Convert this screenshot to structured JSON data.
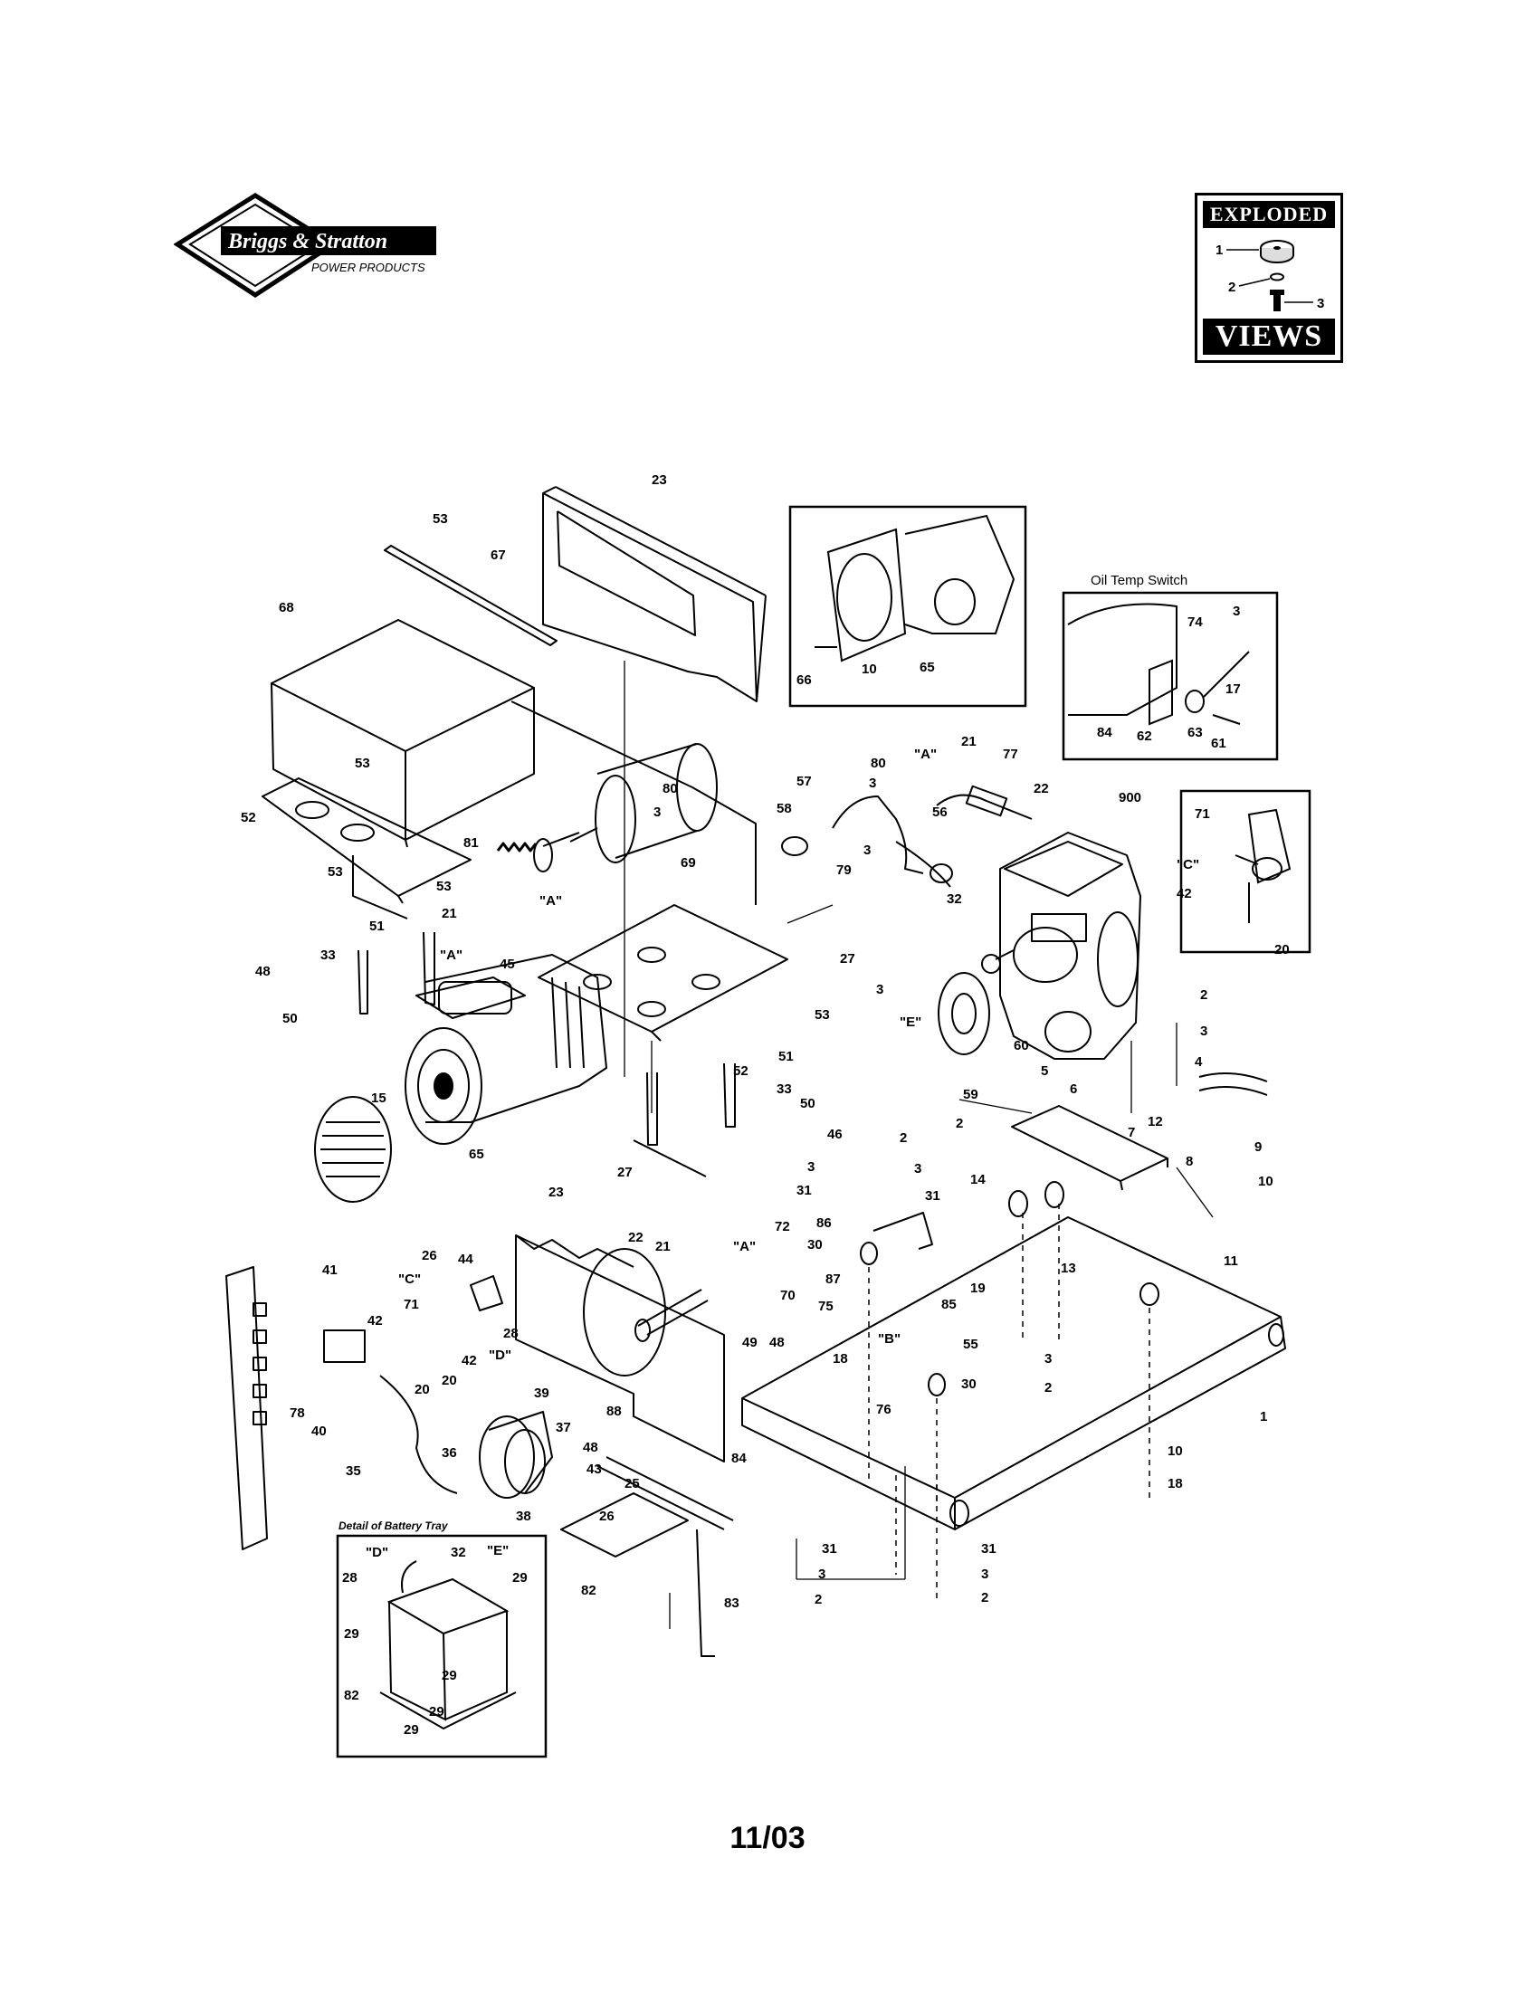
{
  "brand": {
    "name": "Briggs & Stratton",
    "tagline": "POWER PRODUCTS"
  },
  "badge": {
    "top": "EXPLODED",
    "bottom": "VIEWS",
    "labels": [
      "1",
      "2",
      "3"
    ]
  },
  "insets": {
    "oil_temp_title": "Oil Temp Switch",
    "battery_tray_title": "Detail of Battery Tray"
  },
  "callouts": {
    "c_23a": "23",
    "c_53a": "53",
    "c_67": "67",
    "c_68": "68",
    "c_53b": "53",
    "c_52a": "52",
    "c_53c": "53",
    "c_80a": "80",
    "c_3a": "3",
    "c_69": "69",
    "c_81": "81",
    "c_53d": "53",
    "c_21a": "21",
    "c_A1": "\"A\"",
    "c_51a": "51",
    "c_A2": "\"A\"",
    "c_45": "45",
    "c_48a": "48",
    "c_33a": "33",
    "c_50a": "50",
    "c_53e": "53",
    "c_52b": "52",
    "c_66": "66",
    "c_10a": "10",
    "c_65a": "65",
    "c_57": "57",
    "c_58": "58",
    "c_80b": "80",
    "c_3b": "3",
    "c_A3": "\"A\"",
    "c_21b": "21",
    "c_77": "77",
    "c_22a": "22",
    "c_56": "56",
    "c_3c": "3",
    "c_79": "79",
    "c_32a": "32",
    "c_27a": "27",
    "c_3d": "3",
    "c_E1": "\"E\"",
    "c_900": "900",
    "c_84a": "84",
    "c_62": "62",
    "c_63": "63",
    "c_61": "61",
    "c_74": "74",
    "c_3e": "3",
    "c_17": "17",
    "c_71a": "71",
    "c_C1": "\"C\"",
    "c_42a": "42",
    "c_20a": "20",
    "c_2a": "2",
    "c_3f": "3",
    "c_60": "60",
    "c_5": "5",
    "c_59": "59",
    "c_4": "4",
    "c_15": "15",
    "c_65b": "65",
    "c_51b": "51",
    "c_33b": "33",
    "c_50b": "50",
    "c_46": "46",
    "c_27b": "27",
    "c_2b": "2",
    "c_3g": "3",
    "c_31a": "31",
    "c_2c": "2",
    "c_3h": "3",
    "c_31b": "31",
    "c_6": "6",
    "c_7": "7",
    "c_12": "12",
    "c_8": "8",
    "c_9": "9",
    "c_10b": "10",
    "c_14": "14",
    "c_23b": "23",
    "c_22b": "22",
    "c_21c": "21",
    "c_A4": "\"A\"",
    "c_72": "72",
    "c_70": "70",
    "c_26a": "26",
    "c_44": "44",
    "c_C2": "\"C\"",
    "c_71b": "71",
    "c_28a": "28",
    "c_42b": "42",
    "c_D1": "\"D\"",
    "c_20b": "20",
    "c_20c": "20",
    "c_42c": "42",
    "c_41": "41",
    "c_78": "78",
    "c_40": "40",
    "c_39": "39",
    "c_48b": "48",
    "c_37": "37",
    "c_88a": "88",
    "c_36": "36",
    "c_43": "43",
    "c_35": "35",
    "c_38": "38",
    "c_49": "49",
    "c_48c": "48",
    "c_86": "86",
    "c_30a": "30",
    "c_87": "87",
    "c_85": "85",
    "c_75": "75",
    "c_B": "\"B\"",
    "c_55": "55",
    "c_19": "19",
    "c_13": "13",
    "c_11": "11",
    "c_18a": "18",
    "c_76": "76",
    "c_3i": "3",
    "c_2d": "2",
    "c_30b": "30",
    "c_1": "1",
    "c_10c": "10",
    "c_18b": "18",
    "c_84b": "84",
    "c_25": "25",
    "c_26b": "26",
    "c_82a": "82",
    "c_83": "83",
    "c_31c": "31",
    "c_3j": "3",
    "c_2e": "2",
    "c_31d": "31",
    "c_3k": "3",
    "c_2f": "2",
    "d_D": "\"D\"",
    "d_32": "32",
    "d_E": "\"E\"",
    "d_28": "28",
    "d_29a": "29",
    "d_29b": "29",
    "d_29c": "29",
    "d_29d": "29",
    "d_82": "82",
    "d_29e": "29"
  },
  "footer": {
    "date": "11/03"
  }
}
